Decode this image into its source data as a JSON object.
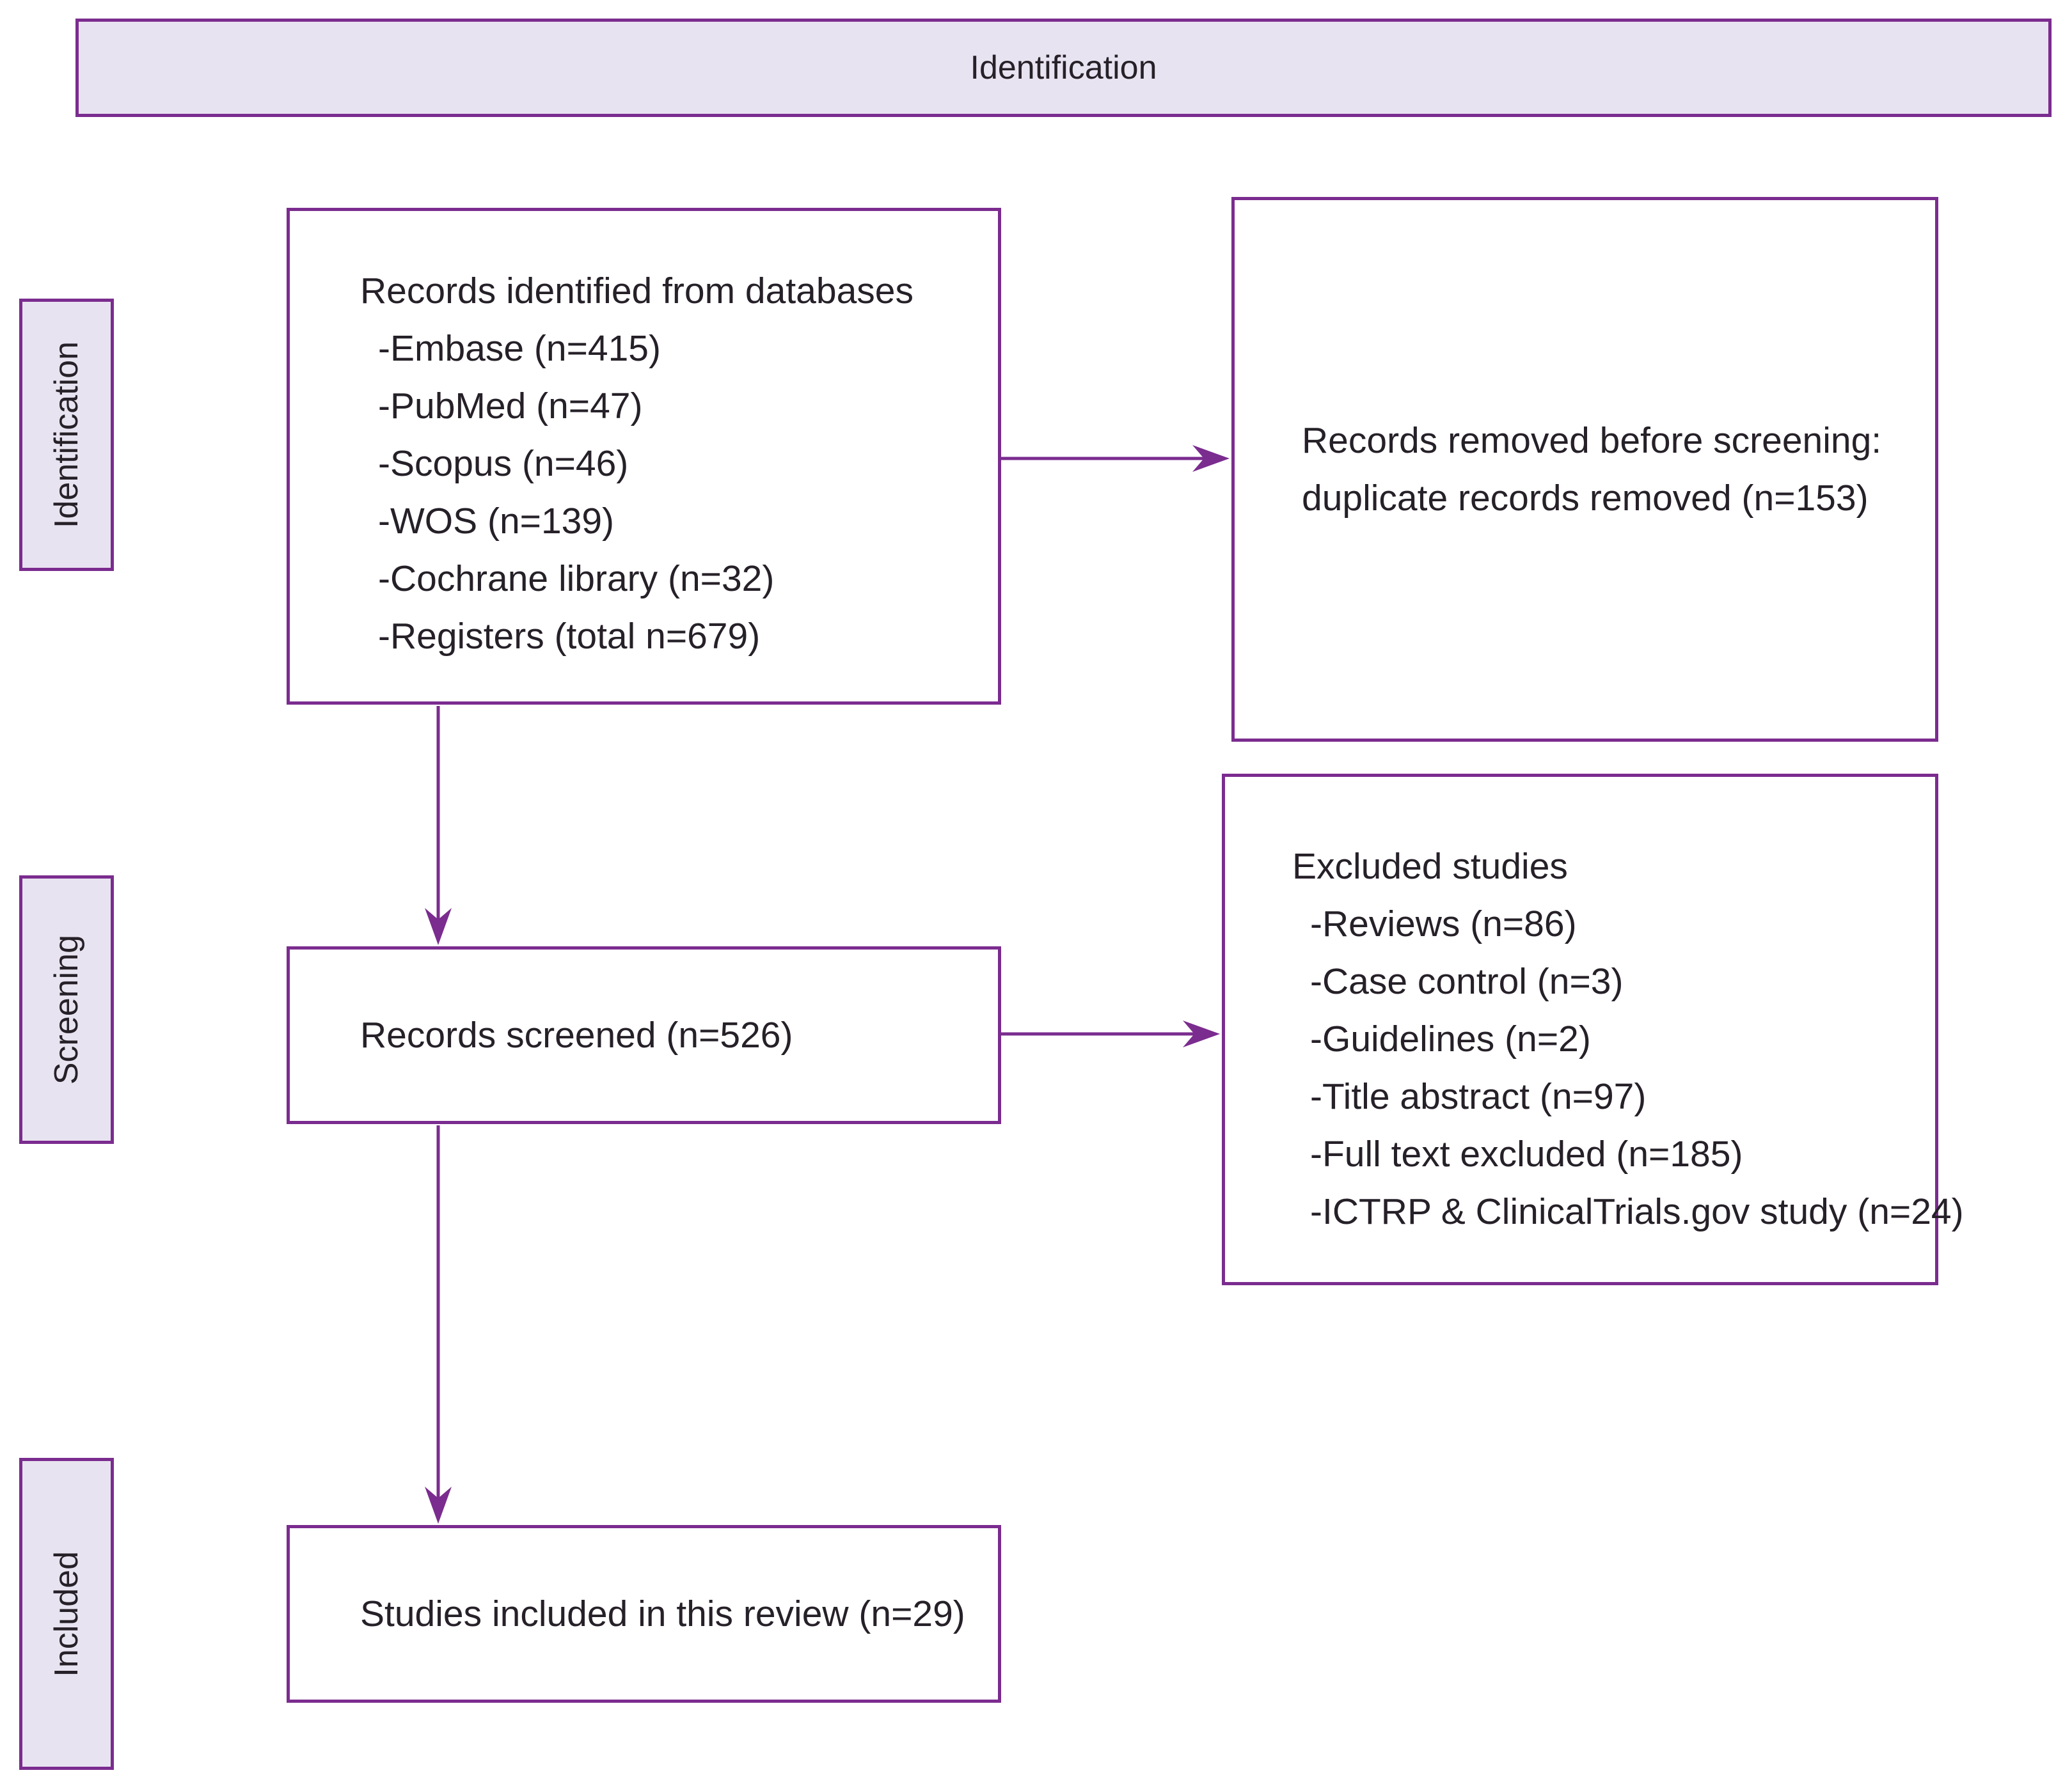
{
  "banner": {
    "label": "Identification"
  },
  "sidebar": {
    "identification": {
      "label": "Identification"
    },
    "screening": {
      "label": "Screening"
    },
    "included": {
      "label": "Included"
    }
  },
  "boxes": {
    "records_identified": {
      "title": "Records identified from databases",
      "items": [
        "-Embase (n=415)",
        "-PubMed (n=47)",
        "-Scopus (n=46)",
        "-WOS (n=139)",
        "-Cochrane library (n=32)",
        "-Registers (total n=679)"
      ]
    },
    "records_removed": {
      "line1": "Records removed before screening:",
      "line2": "duplicate records removed (n=153)"
    },
    "records_screened": {
      "label": "Records screened (n=526)"
    },
    "excluded_studies": {
      "title": "Excluded studies",
      "items": [
        "-Reviews (n=86)",
        "-Case control (n=3)",
        "-Guidelines (n=2)",
        "-Title abstract (n=97)",
        "-Full text excluded (n=185)",
        "-ICTRP & ClinicalTrials.gov study (n=24)"
      ]
    },
    "studies_included": {
      "label": "Studies included in this review (n=29)"
    }
  },
  "colors": {
    "border_purple": "#7b2c8f",
    "fill_lavender": "#e8e3f0",
    "text": "#262028",
    "arrow": "#7b2c8f"
  }
}
